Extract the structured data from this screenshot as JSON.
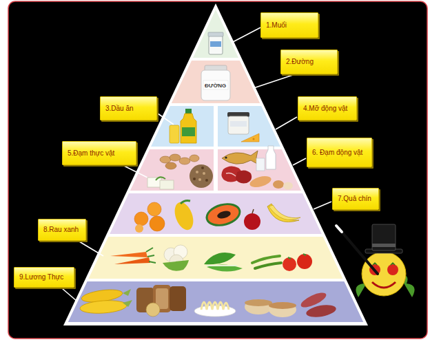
{
  "diagram": {
    "nodes": [
      {
        "text": [
          "1.Muối"
        ]
      },
      {
        "text": [
          "2.Đường"
        ]
      },
      {
        "text": [
          "3.Dầu ăn"
        ]
      },
      {
        "text": [
          "4.Mỡ động vật"
        ]
      },
      {
        "text": [
          "5.Đạm thực vật"
        ]
      },
      {
        "text": [
          "6. Đạm động vật"
        ]
      },
      {
        "text": [
          "7.Quả chín"
        ]
      },
      {
        "text": [
          "8.Rau xanh"
        ]
      },
      {
        "text": [
          "9.Lương Thực"
        ]
      }
    ],
    "labels": [
      "ĐƯỜNG"
    ]
  }
}
